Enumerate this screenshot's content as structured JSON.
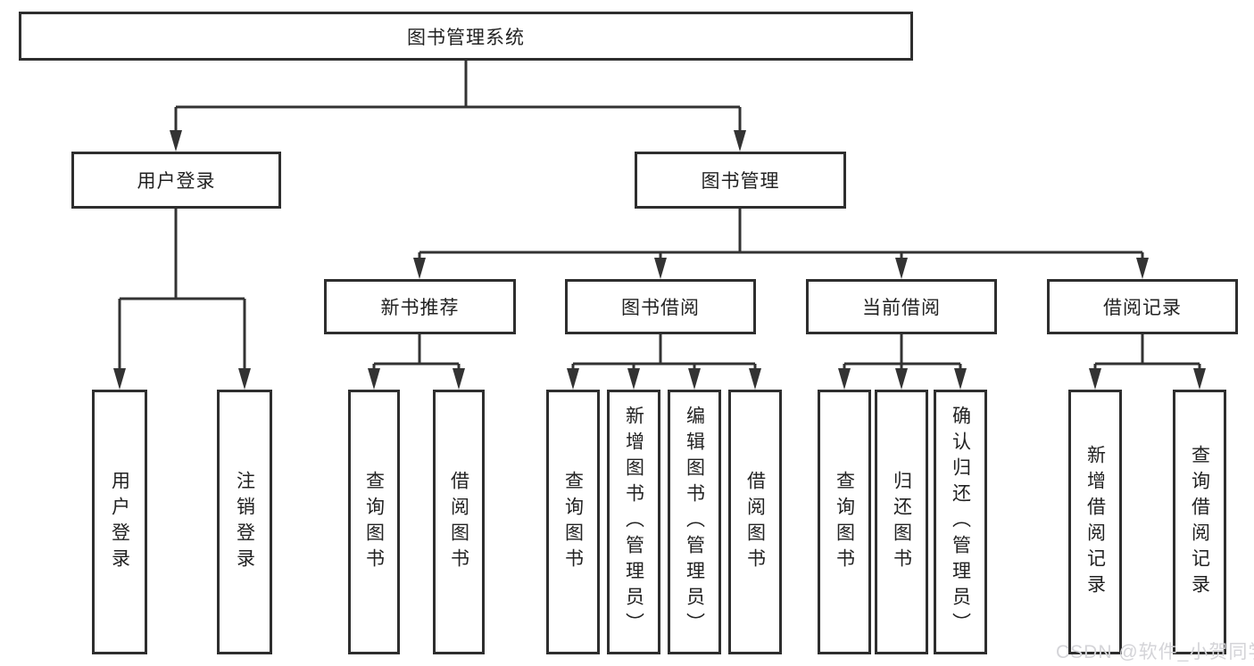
{
  "tree": {
    "root": {
      "label": "图书管理系统"
    },
    "level2": [
      {
        "label": "用户登录",
        "leaves": [
          {
            "label": "用户登录"
          },
          {
            "label": "注销登录"
          }
        ]
      },
      {
        "label": "图书管理",
        "children": [
          {
            "label": "新书推荐",
            "leaves": [
              {
                "label": "查询图书"
              },
              {
                "label": "借阅图书"
              }
            ]
          },
          {
            "label": "图书借阅",
            "leaves": [
              {
                "label": "查询图书"
              },
              {
                "label": "新增图书（管理员）"
              },
              {
                "label": "编辑图书（管理员）"
              },
              {
                "label": "借阅图书"
              }
            ]
          },
          {
            "label": "当前借阅",
            "leaves": [
              {
                "label": "查询图书"
              },
              {
                "label": "归还图书"
              },
              {
                "label": "确认归还（管理员）"
              }
            ]
          },
          {
            "label": "借阅记录",
            "leaves": [
              {
                "label": "新增借阅记录"
              },
              {
                "label": "查询借阅记录"
              }
            ]
          }
        ]
      }
    ]
  },
  "watermark": {
    "text": "CSDN @软件_小贺同学"
  },
  "colors": {
    "line": "#333333",
    "box_border": "#2e2e2e",
    "box_fill": "#ffffff",
    "text": "#222222",
    "watermark": "#d4d4d8",
    "background": "#ffffff"
  }
}
